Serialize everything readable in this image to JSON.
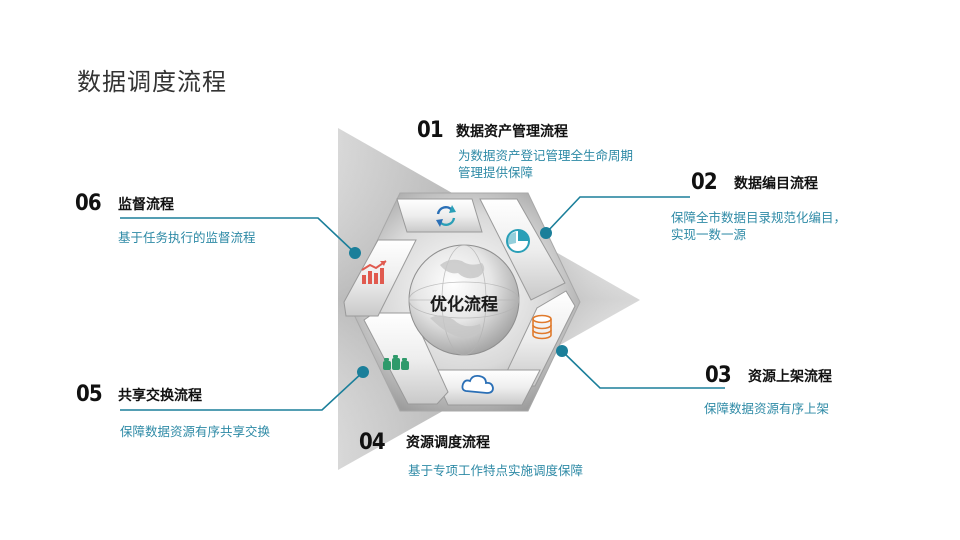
{
  "page": {
    "title": "数据调度流程"
  },
  "center": {
    "label": "优化流程"
  },
  "colors": {
    "accent": "#1b7f9a",
    "desc": "#2e8aa6",
    "chart_red": "#e05a4f",
    "icon_blue": "#2a6fb6",
    "pie_teal": "#2a9fb7",
    "db_orange": "#e07a2c",
    "money_green": "#2f9a6b"
  },
  "steps": [
    {
      "num": "01",
      "title": "数据资产管理流程",
      "desc": [
        "为数据资产登记管理全生命周期",
        "管理提供保障"
      ],
      "icon": "refresh-icon"
    },
    {
      "num": "02",
      "title": "数据编目流程",
      "desc": [
        "保障全市数据目录规范化编目，",
        "实现一数一源"
      ],
      "icon": "pie-chart-icon"
    },
    {
      "num": "03",
      "title": "资源上架流程",
      "desc": [
        "保障数据资源有序上架"
      ],
      "icon": "database-icon"
    },
    {
      "num": "04",
      "title": "资源调度流程",
      "desc": [
        "基于专项工作特点实施调度保障"
      ],
      "icon": "cloud-icon"
    },
    {
      "num": "05",
      "title": "共享交换流程",
      "desc": [
        "保障数据资源有序共享交换"
      ],
      "icon": "money-bags-icon"
    },
    {
      "num": "06",
      "title": "监督流程",
      "desc": [
        "基于任务执行的监督流程"
      ],
      "icon": "bar-chart-icon"
    }
  ]
}
